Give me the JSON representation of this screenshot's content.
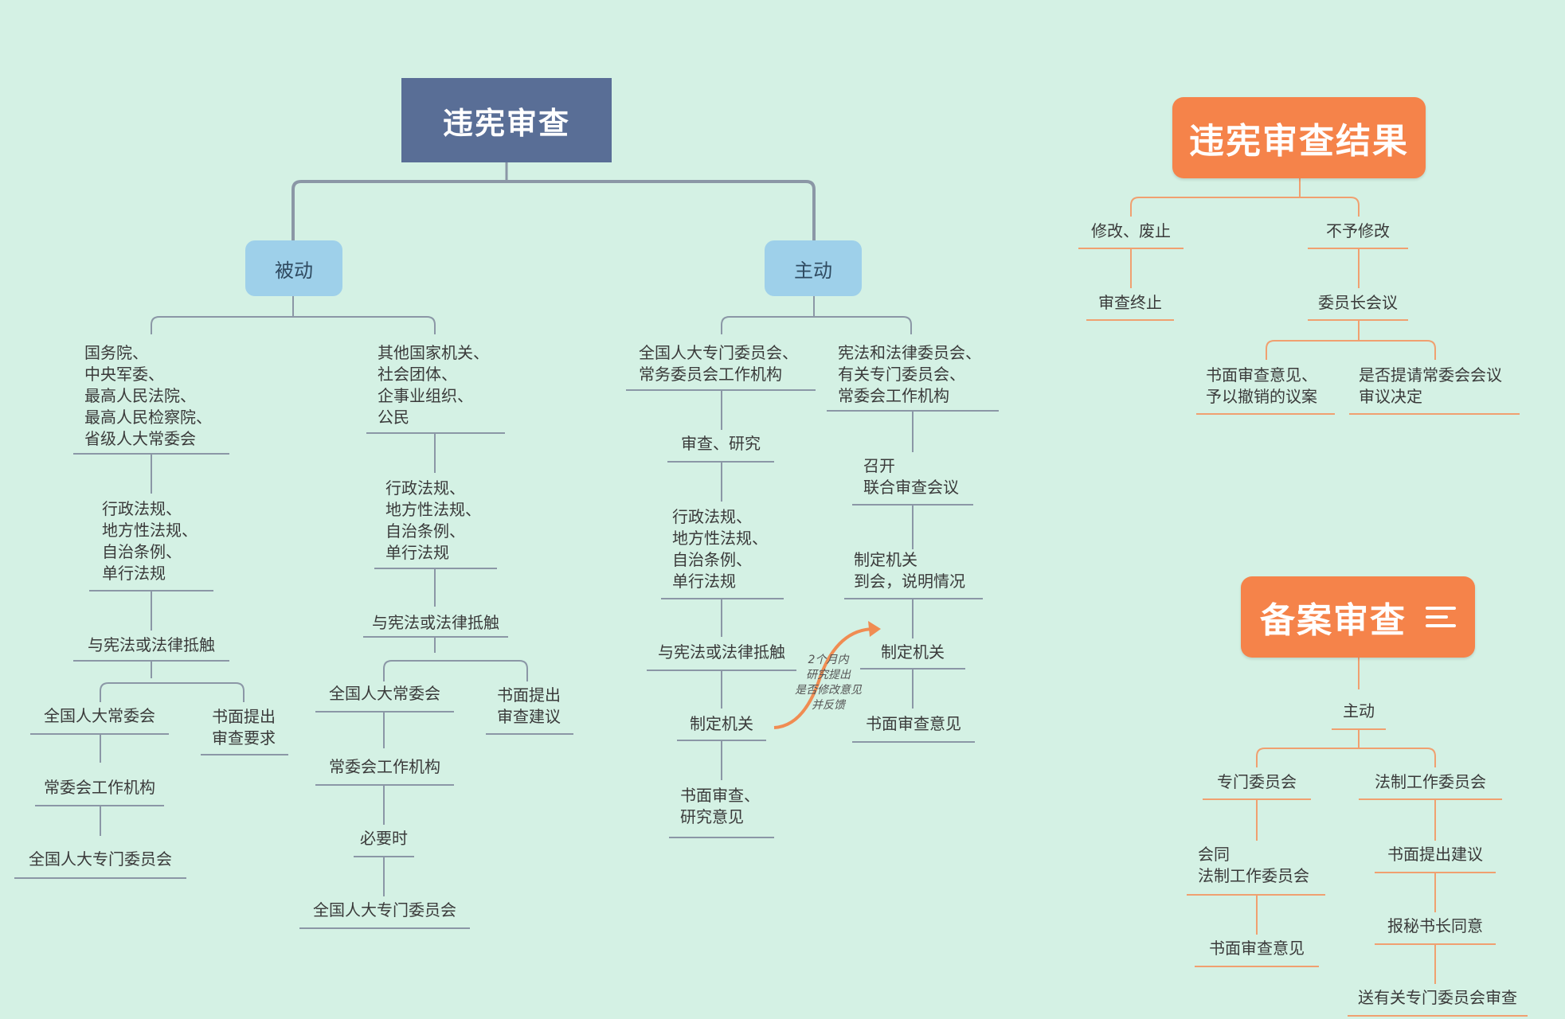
{
  "main": {
    "title": "违宪审查",
    "passive": {
      "label": "被动",
      "left": {
        "subject": "国务院、\n中央军委、\n最高人民法院、\n最高人民检察院、\n省级人大常委会",
        "laws": "行政法规、\n地方性法规、\n自治条例、\n单行法规",
        "conflict": "与宪法或法律抵触",
        "npcsc": "全国人大常委会",
        "written": "书面提出\n审查要求",
        "office": "常委会工作机构",
        "committee": "全国人大专门委员会"
      },
      "right": {
        "subject": "其他国家机关、\n社会团体、\n企事业组织、\n公民",
        "laws": "行政法规、\n地方性法规、\n自治条例、\n单行法规",
        "conflict": "与宪法或法律抵触",
        "npcsc": "全国人大常委会",
        "written": "书面提出\n审查建议",
        "office": "常委会工作机构",
        "when": "必要时",
        "committee": "全国人大专门委员会"
      }
    },
    "active": {
      "label": "主动",
      "left": {
        "subject": "全国人大专门委员会、\n常务委员会工作机构",
        "review": "审查、研究",
        "laws": "行政法规、\n地方性法规、\n自治条例、\n单行法规",
        "conflict": "与宪法或法律抵触",
        "maker": "制定机关",
        "opinion": "书面审查、\n研究意见"
      },
      "right": {
        "subject": "宪法和法律委员会、\n有关专门委员会、\n常委会工作机构",
        "meeting": "召开\n联合审查会议",
        "attend": "制定机关\n到会，说明情况",
        "maker": "制定机关",
        "opinion": "书面审查意见"
      },
      "note": "2个月内\n研究提出\n是否修改意见\n并反馈"
    }
  },
  "result": {
    "title": "违宪审查结果",
    "amend": "修改、废止",
    "terminate": "审查终止",
    "no_amend": "不予修改",
    "chairmen": "委员长会议",
    "revoke": "书面审查意见、\n予以撤销的议案",
    "decide": "是否提请常委会会议\n审议决定"
  },
  "filing": {
    "title": "备案审查",
    "icon": "menu-icon",
    "active": "主动",
    "special": "专门委员会",
    "joint": "会同\n法制工作委员会",
    "opinion": "书面审查意见",
    "legal": "法制工作委员会",
    "suggest": "书面提出建议",
    "secretary": "报秘书长同意",
    "send": "送有关专门委员会审查"
  },
  "colors": {
    "background": "#d4f1e4",
    "root": "#596e96",
    "sub": "#9ed0ea",
    "orange": "#f5834a",
    "gray_line": "#8b97a6",
    "orange_line": "#f0a070"
  }
}
